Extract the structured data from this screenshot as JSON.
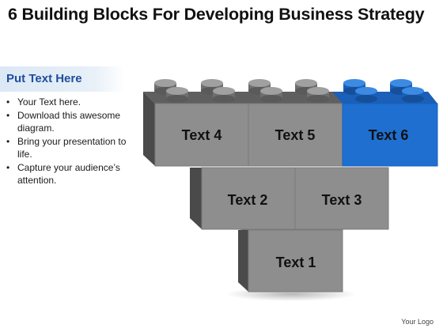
{
  "title": "6 Building Blocks For Developing Business Strategy",
  "sidebar": {
    "heading": "Put Text Here",
    "bullets": [
      "Your Text here.",
      "Download this awesome diagram.",
      "Bring your presentation to life.",
      "Capture your audience’s attention."
    ]
  },
  "blocks": [
    {
      "id": "block-4",
      "label": "Text 4",
      "color": "#8e8e8e"
    },
    {
      "id": "block-5",
      "label": "Text 5",
      "color": "#8e8e8e"
    },
    {
      "id": "block-6",
      "label": "Text 6",
      "color": "#1f6fd1"
    },
    {
      "id": "block-2",
      "label": "Text 2",
      "color": "#8e8e8e"
    },
    {
      "id": "block-3",
      "label": "Text 3",
      "color": "#8e8e8e"
    },
    {
      "id": "block-1",
      "label": "Text 1",
      "color": "#8e8e8e"
    }
  ],
  "footer": {
    "logo_text": "Your Logo"
  }
}
